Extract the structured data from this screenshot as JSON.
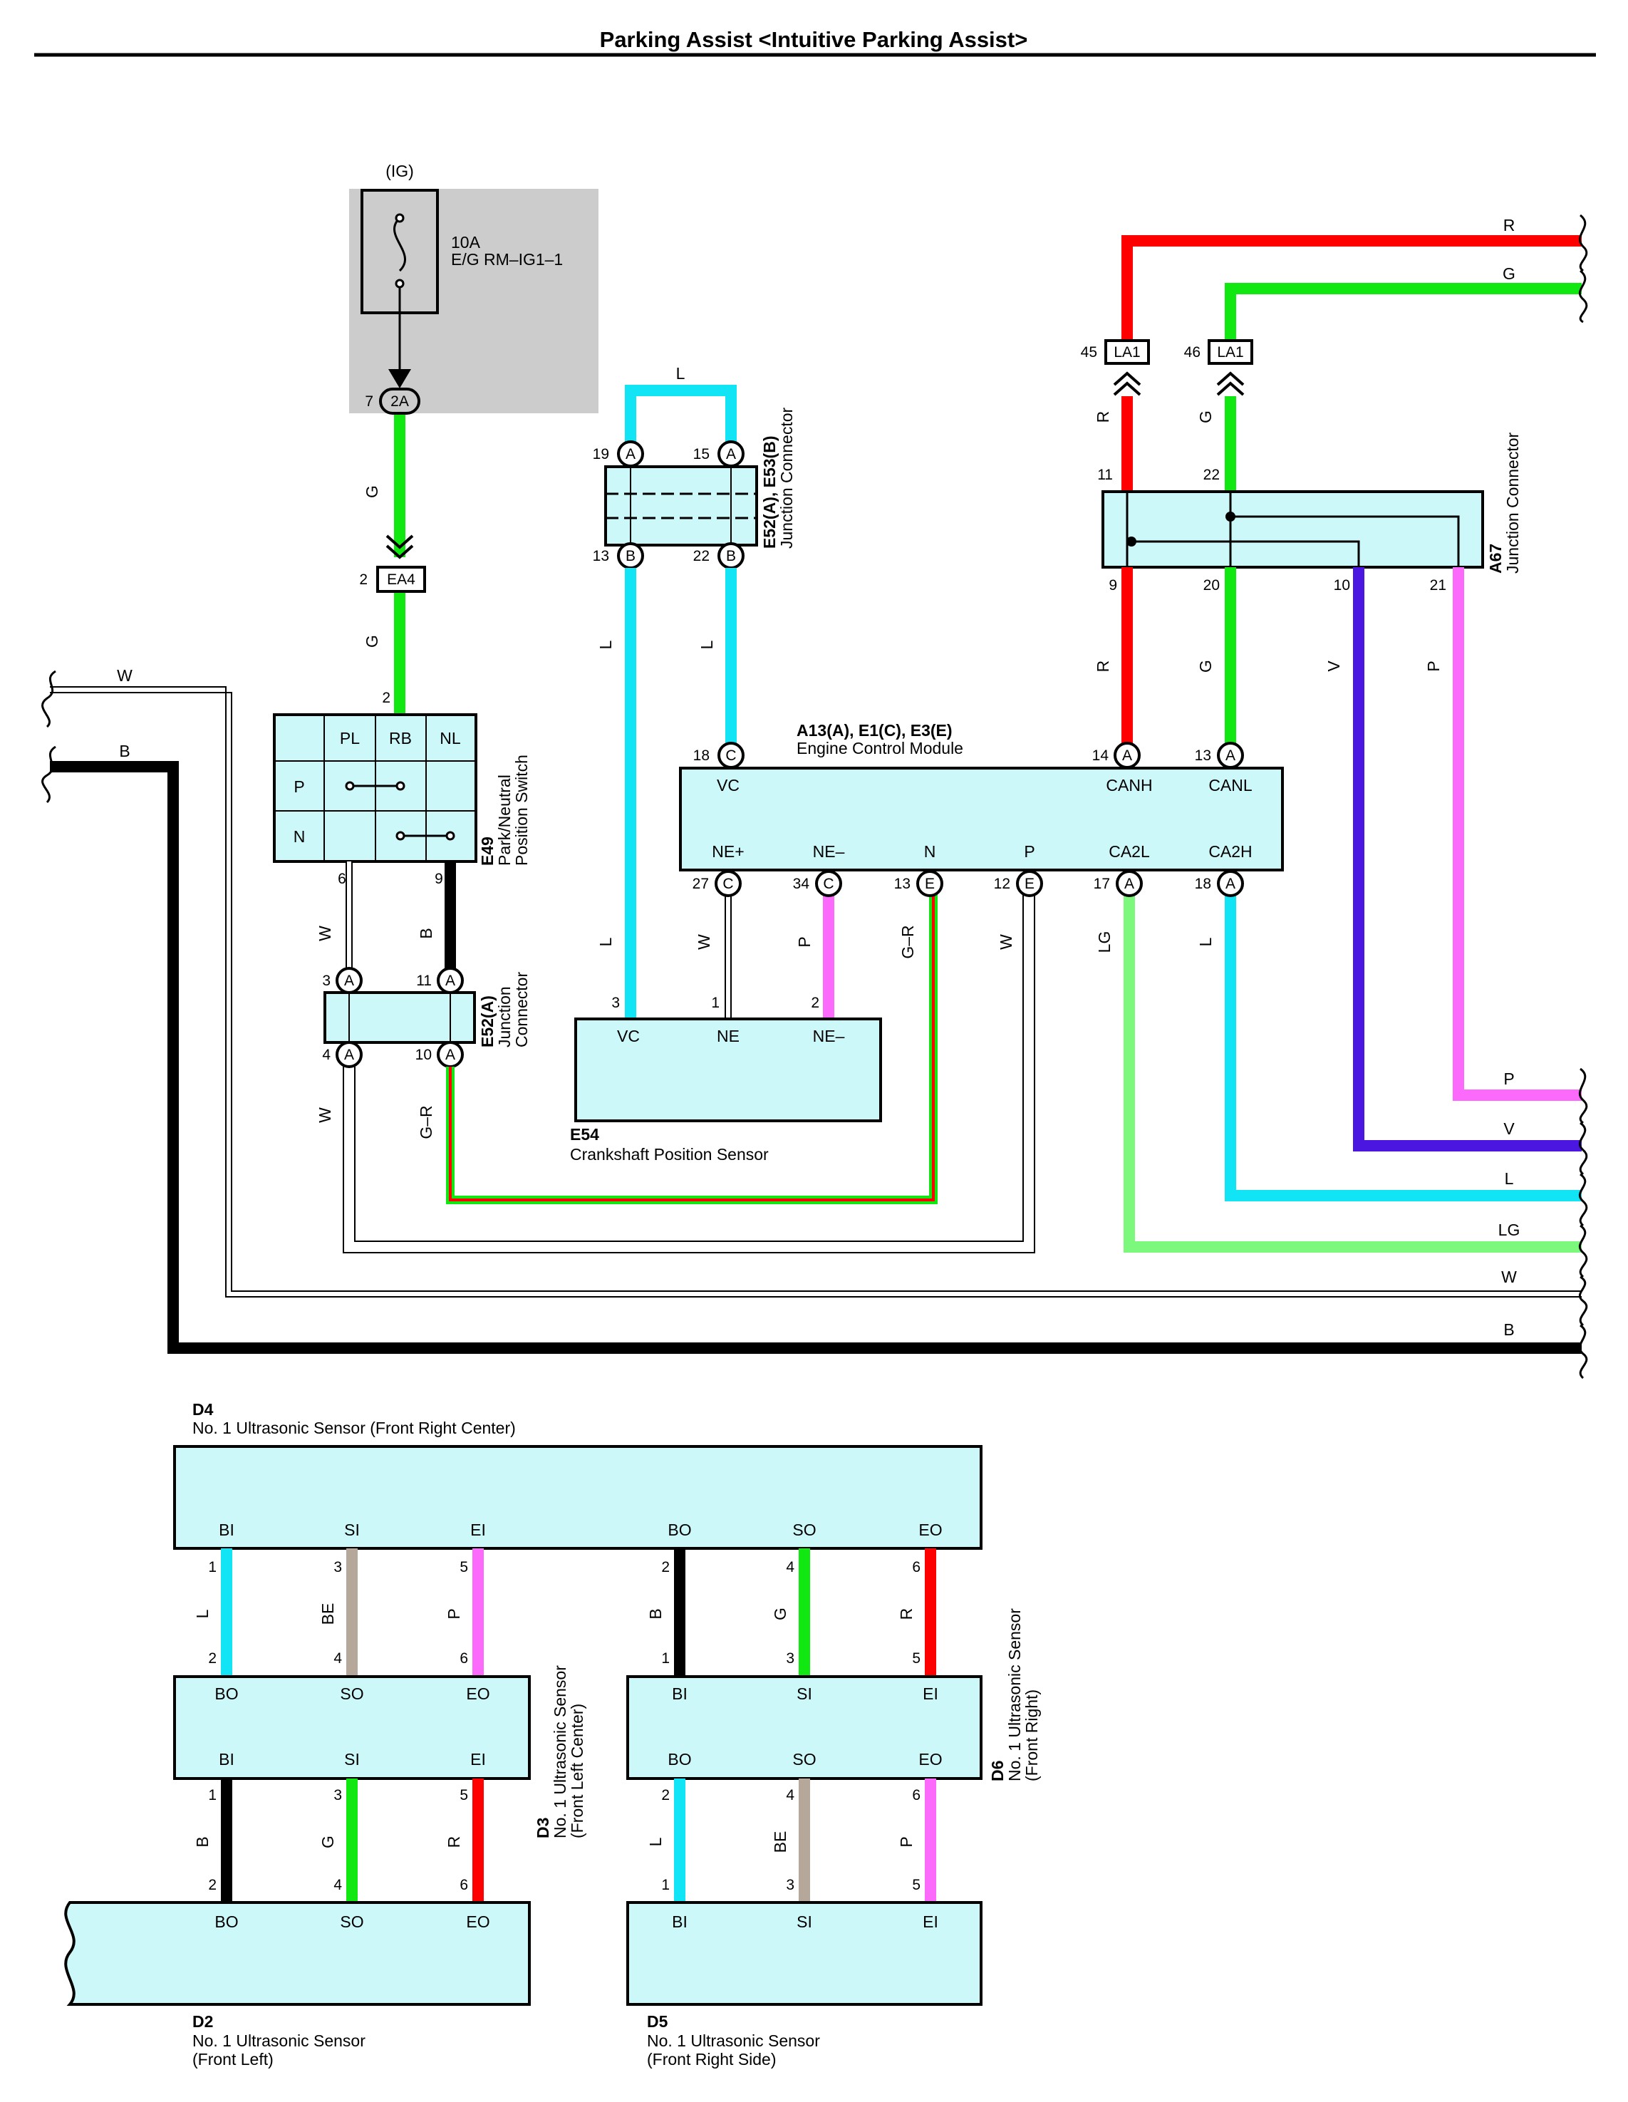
{
  "title": "Parking Assist <Intuitive Parking Assist>",
  "colors": {
    "R": "#ff0000",
    "G": "#11e811",
    "L": "#11e4f4",
    "V": "#4a16e0",
    "P": "#fb6afb",
    "LG": "#7cf87c",
    "W": "#ffffff",
    "B": "#000000",
    "BE": "#b5a799",
    "box": "#ccf8fa",
    "fuse_bg": "#cccccc"
  },
  "fuse": {
    "ig": "(IG)",
    "rating": "10A",
    "name": "E/G RM–IG1–1",
    "conn": "2A",
    "pin": "7"
  },
  "ea4": {
    "label": "EA4",
    "pin": "2",
    "wire": "G"
  },
  "wire_labels": {
    "g_top": "G",
    "g_mid": "G",
    "l_top": "L",
    "l_left": "L",
    "l_right": "L"
  },
  "e49": {
    "id": "E49",
    "name1": "Park/Neutral",
    "name2": "Position Switch",
    "pin_top": "2",
    "col_pl": "PL",
    "col_rb": "RB",
    "col_nl": "NL",
    "row_p": "P",
    "row_n": "N",
    "pin6": "6",
    "pin9": "9",
    "wire6": "W",
    "wire9": "B"
  },
  "e52_left": {
    "id": "E52(A)",
    "name1": "Junction",
    "name2": "Connector",
    "p3": "3",
    "p11": "11",
    "p4": "4",
    "p10": "10",
    "w_left": "W",
    "w_right": "G–R"
  },
  "e52_top": {
    "id": "E52(A), E53(B)",
    "name": "Junction Connector",
    "p19": "19",
    "p15": "15",
    "p13": "13",
    "p22": "22"
  },
  "ecm": {
    "id": "A13(A), E1(C), E3(E)",
    "name": "Engine Control Module",
    "vc": "VC",
    "canh": "CANH",
    "canl": "CANL",
    "ne_plus": "NE+",
    "ne_minus": "NE–",
    "n": "N",
    "p": "P",
    "ca2l": "CA2L",
    "ca2h": "CA2H",
    "p18": "18",
    "p14": "14",
    "p13t": "13",
    "p27": "27",
    "p34": "34",
    "p13b": "13",
    "p12": "12",
    "p17": "17",
    "p18b": "18"
  },
  "e54": {
    "id": "E54",
    "name": "Crankshaft Position Sensor",
    "vc": "VC",
    "ne": "NE",
    "ne_minus": "NE–",
    "p3": "3",
    "p1": "1",
    "p2": "2"
  },
  "ecm_wires": {
    "l": "L",
    "w": "W",
    "p": "P",
    "gr": "G–R",
    "w2": "W",
    "lg": "LG",
    "l2": "L"
  },
  "a67": {
    "id": "A67",
    "name": "Junction Connector",
    "p11": "11",
    "p22": "22",
    "p9": "9",
    "p20": "20",
    "p10": "10",
    "p21": "21",
    "la1": "LA1",
    "p45": "45",
    "p46": "46",
    "w_r1": "R",
    "w_g1": "G",
    "w_r2": "R",
    "w_g2": "G",
    "w_v": "V",
    "w_p": "P"
  },
  "right_labels": {
    "R": "R",
    "G": "G",
    "P": "P",
    "V": "V",
    "L": "L",
    "LG": "LG",
    "W": "W",
    "B": "B"
  },
  "left_labels": {
    "W": "W",
    "B": "B"
  },
  "d4": {
    "id": "D4",
    "name": "No. 1 Ultrasonic Sensor (Front Right Center)",
    "bi": "BI",
    "si": "SI",
    "ei": "EI",
    "bo": "BO",
    "so": "SO",
    "eo": "EO",
    "p1": "1",
    "p3": "3",
    "p5": "5",
    "p2": "2",
    "p4": "4",
    "p6": "6"
  },
  "d3": {
    "id": "D3",
    "name1": "No. 1 Ultrasonic Sensor",
    "name2": "(Front Left Center)",
    "bo": "BO",
    "so": "SO",
    "eo": "EO",
    "bi": "BI",
    "si": "SI",
    "ei": "EI",
    "p2": "2",
    "p4": "4",
    "p6": "6",
    "p1": "1",
    "p3": "3",
    "p5": "5"
  },
  "d6": {
    "id": "D6",
    "name1": "No. 1 Ultrasonic Sensor",
    "name2": "(Front Right)",
    "bi": "BI",
    "si": "SI",
    "ei": "EI",
    "bo": "BO",
    "so": "SO",
    "eo": "EO",
    "p1": "1",
    "p3": "3",
    "p5": "5",
    "p2": "2",
    "p4": "4",
    "p6": "6"
  },
  "d2": {
    "id": "D2",
    "name1": "No. 1 Ultrasonic Sensor",
    "name2": "(Front Left)",
    "bo": "BO",
    "so": "SO",
    "eo": "EO",
    "p2": "2",
    "p4": "4",
    "p6": "6"
  },
  "d5": {
    "id": "D5",
    "name1": "No. 1 Ultrasonic Sensor",
    "name2": "(Front Right Side)",
    "bi": "BI",
    "si": "SI",
    "ei": "EI",
    "p1": "1",
    "p3": "3",
    "p5": "5"
  },
  "sensor_wires": {
    "top_left": [
      "L",
      "BE",
      "P"
    ],
    "top_right": [
      "B",
      "G",
      "R"
    ],
    "bot_left": [
      "B",
      "G",
      "R"
    ],
    "bot_right": [
      "L",
      "BE",
      "P"
    ]
  }
}
